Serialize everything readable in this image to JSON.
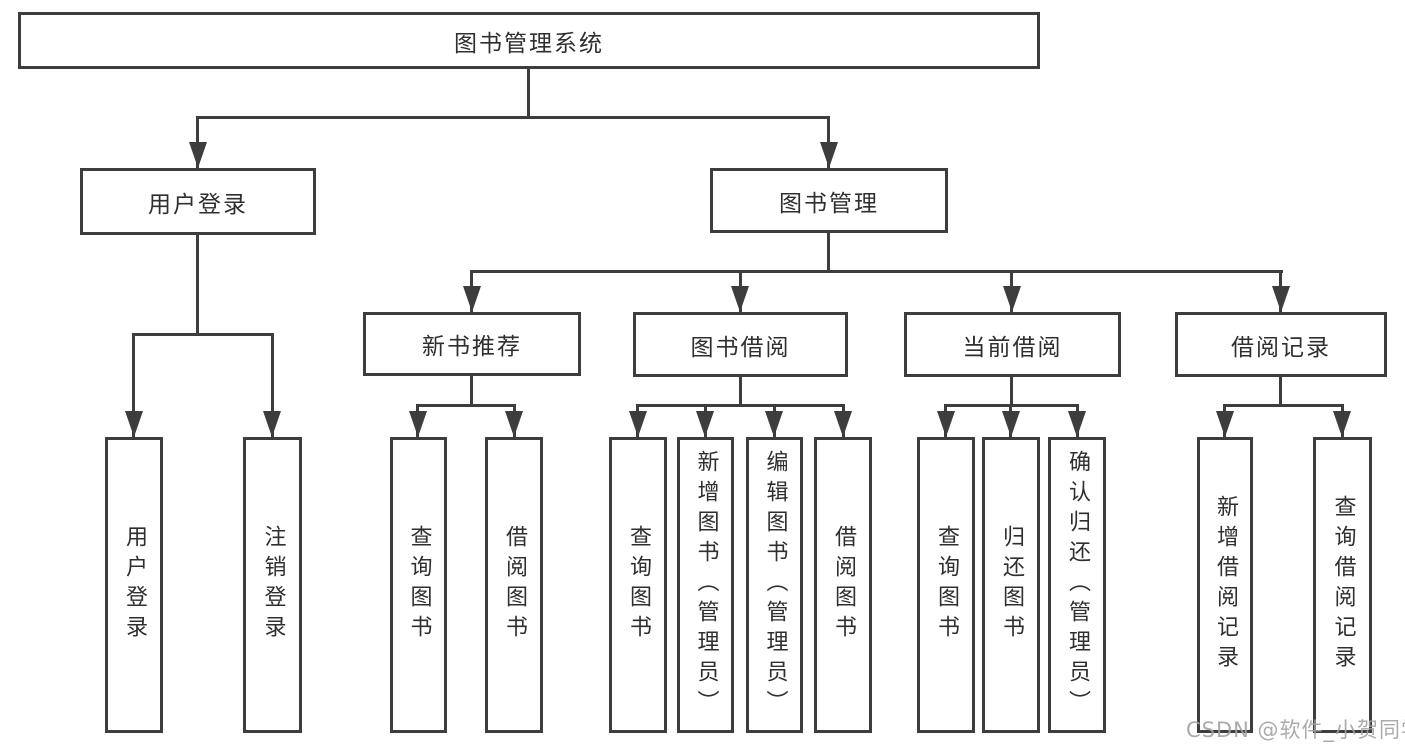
{
  "diagram": {
    "title": "图书管理系统",
    "type": "hierarchy-tree",
    "line_color": "#3d3d3d",
    "background_color": "#ffffff",
    "nodes": {
      "root": {
        "label": "图书管理系统",
        "level": 1
      },
      "user_login": {
        "label": "用户登录",
        "level": 2
      },
      "book_mgmt": {
        "label": "图书管理",
        "level": 2
      },
      "new_book_rec": {
        "label": "新书推荐",
        "level": 3
      },
      "book_borrow": {
        "label": "图书借阅",
        "level": 3
      },
      "current_borrow": {
        "label": "当前借阅",
        "level": 3
      },
      "borrow_record": {
        "label": "借阅记录",
        "level": 3
      },
      "leaf_user_login": {
        "label": "用户登录",
        "level": 4
      },
      "leaf_logout": {
        "label": "注销登录",
        "level": 4
      },
      "leaf_rec_query": {
        "label": "查询图书",
        "level": 4
      },
      "leaf_rec_borrow": {
        "label": "借阅图书",
        "level": 4
      },
      "leaf_bb_query": {
        "label": "查询图书",
        "level": 4
      },
      "leaf_bb_add": {
        "label": "新增图书（管理员）",
        "level": 4
      },
      "leaf_bb_edit": {
        "label": "编辑图书（管理员）",
        "level": 4
      },
      "leaf_bb_borrow": {
        "label": "借阅图书",
        "level": 4
      },
      "leaf_cb_query": {
        "label": "查询图书",
        "level": 4
      },
      "leaf_cb_return": {
        "label": "归还图书",
        "level": 4
      },
      "leaf_cb_confirm": {
        "label": "确认归还（管理员）",
        "level": 4
      },
      "leaf_br_add": {
        "label": "新增借阅记录",
        "level": 4
      },
      "leaf_br_query": {
        "label": "查询借阅记录",
        "level": 4
      }
    },
    "hierarchy": {
      "图书管理系统": {
        "用户登录": [
          "用户登录",
          "注销登录"
        ],
        "图书管理": {
          "新书推荐": [
            "查询图书",
            "借阅图书"
          ],
          "图书借阅": [
            "查询图书",
            "新增图书（管理员）",
            "编辑图书（管理员）",
            "借阅图书"
          ],
          "当前借阅": [
            "查询图书",
            "归还图书",
            "确认归还（管理员）"
          ],
          "借阅记录": [
            "新增借阅记录",
            "查询借阅记录"
          ]
        }
      }
    }
  },
  "watermark": {
    "text": "CSDN @软件_小贺同学",
    "color": "#a2a2a2"
  }
}
